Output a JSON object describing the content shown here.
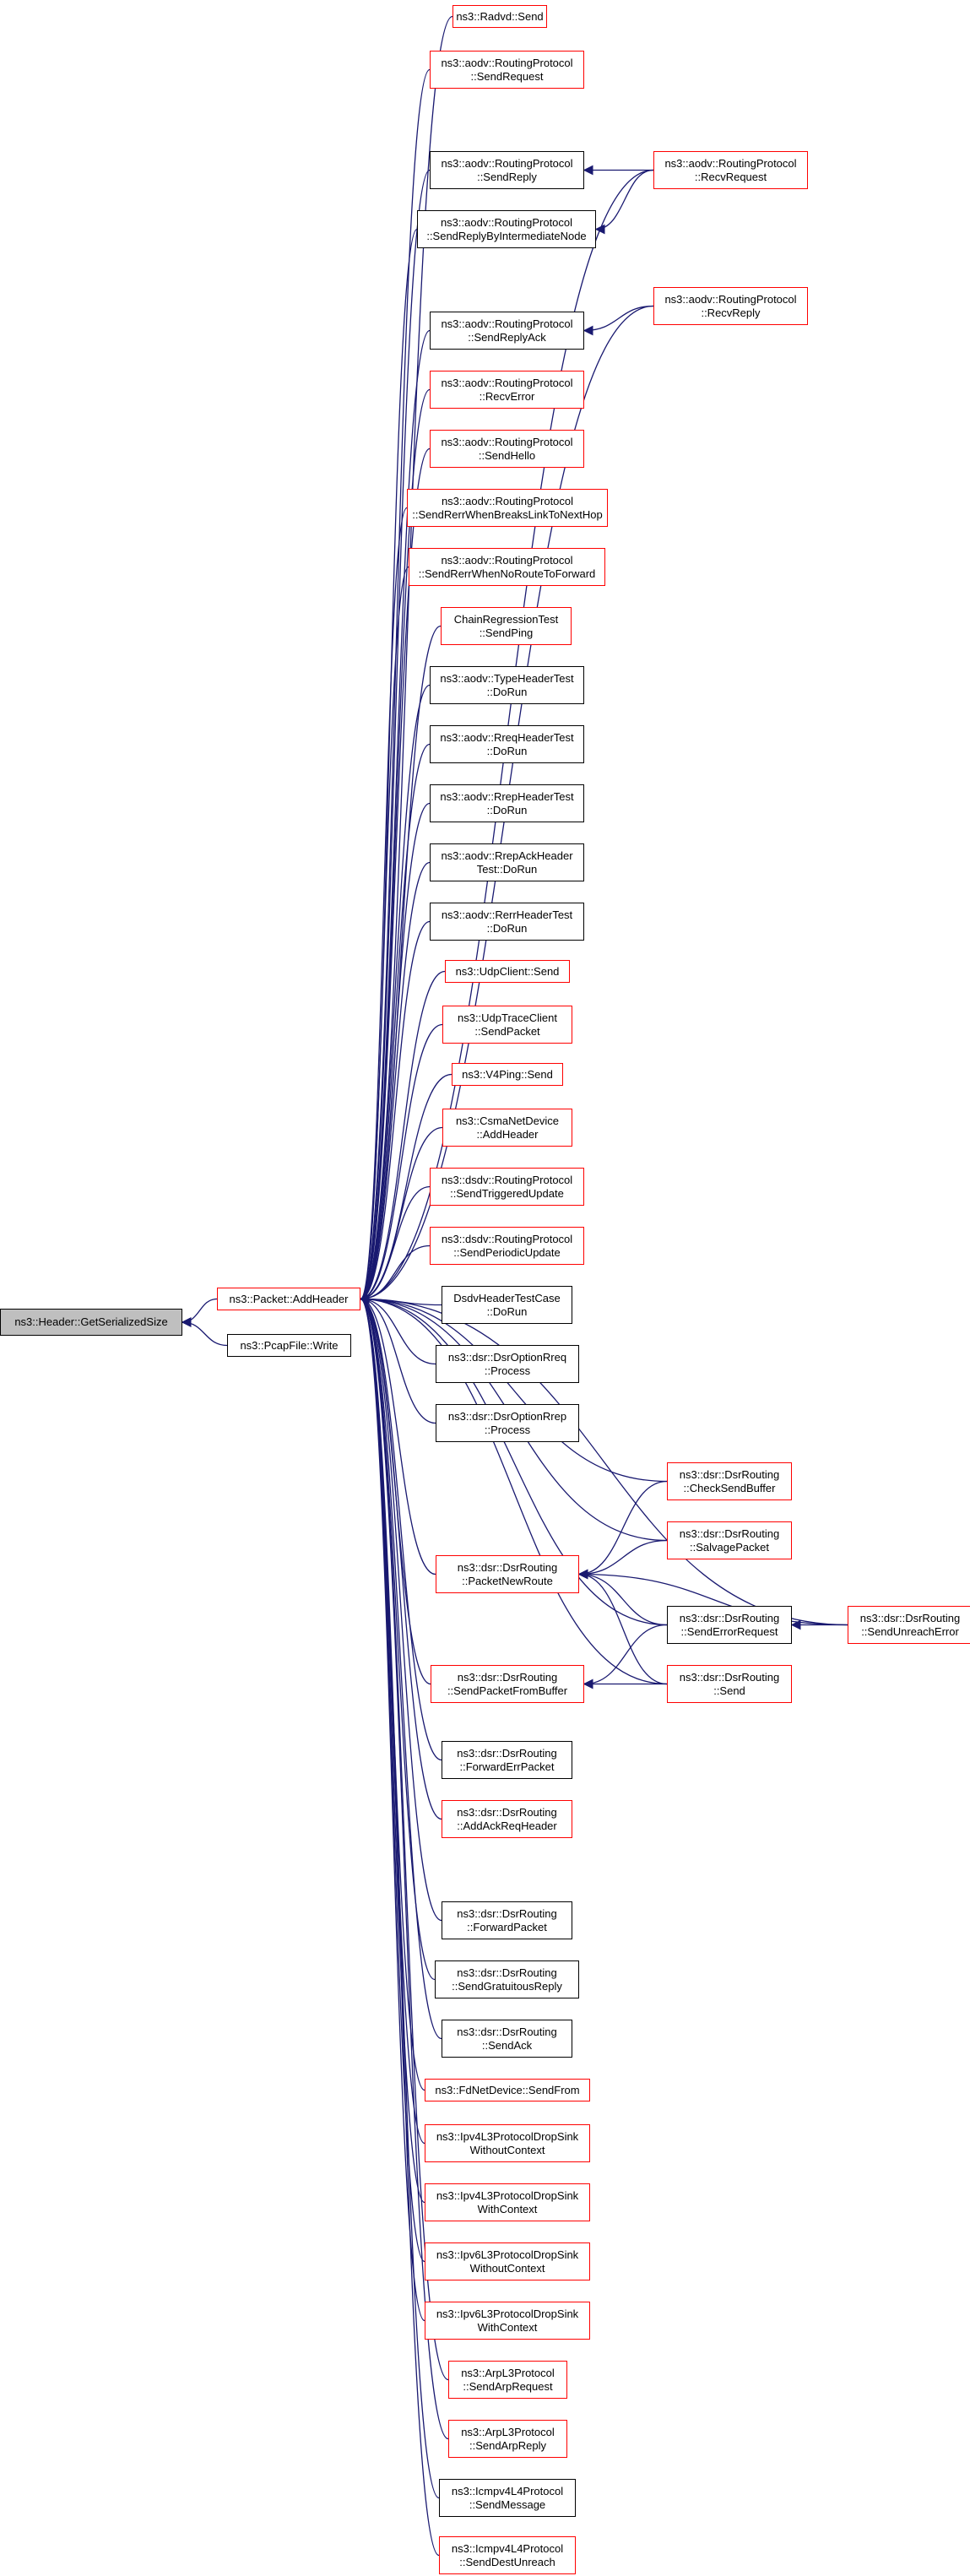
{
  "graph": {
    "root": {
      "id": "root",
      "label": [
        "ns3::Header::GetSerializedSize"
      ]
    },
    "nodes": [
      {
        "id": "addheader",
        "label": [
          "ns3::Packet::AddHeader"
        ],
        "red": true
      },
      {
        "id": "pcapwrite",
        "label": [
          "ns3::PcapFile::Write"
        ],
        "red": false
      },
      {
        "id": "radvd",
        "label": [
          "ns3::Radvd::Send"
        ],
        "red": true
      },
      {
        "id": "aodv_sendreq",
        "label": [
          "ns3::aodv::RoutingProtocol",
          "::SendRequest"
        ],
        "red": true
      },
      {
        "id": "aodv_sendreply",
        "label": [
          "ns3::aodv::RoutingProtocol",
          "::SendReply"
        ],
        "red": false
      },
      {
        "id": "aodv_recvreq",
        "label": [
          "ns3::aodv::RoutingProtocol",
          "::RecvRequest"
        ],
        "red": true
      },
      {
        "id": "aodv_sendreplyint",
        "label": [
          "ns3::aodv::RoutingProtocol",
          "::SendReplyByIntermediateNode"
        ],
        "red": false
      },
      {
        "id": "aodv_recvreply",
        "label": [
          "ns3::aodv::RoutingProtocol",
          "::RecvReply"
        ],
        "red": true
      },
      {
        "id": "aodv_sendreplyack",
        "label": [
          "ns3::aodv::RoutingProtocol",
          "::SendReplyAck"
        ],
        "red": false
      },
      {
        "id": "aodv_recverror",
        "label": [
          "ns3::aodv::RoutingProtocol",
          "::RecvError"
        ],
        "red": true
      },
      {
        "id": "aodv_sendhello",
        "label": [
          "ns3::aodv::RoutingProtocol",
          "::SendHello"
        ],
        "red": true
      },
      {
        "id": "aodv_rerrbreaks",
        "label": [
          "ns3::aodv::RoutingProtocol",
          "::SendRerrWhenBreaksLinkToNextHop"
        ],
        "red": true
      },
      {
        "id": "aodv_rerrnoroute",
        "label": [
          "ns3::aodv::RoutingProtocol",
          "::SendRerrWhenNoRouteToForward"
        ],
        "red": true
      },
      {
        "id": "chainping",
        "label": [
          "ChainRegressionTest",
          "::SendPing"
        ],
        "red": true
      },
      {
        "id": "typehdrtest",
        "label": [
          "ns3::aodv::TypeHeaderTest",
          "::DoRun"
        ],
        "red": false
      },
      {
        "id": "rreqhdrtest",
        "label": [
          "ns3::aodv::RreqHeaderTest",
          "::DoRun"
        ],
        "red": false
      },
      {
        "id": "rrephdrtest",
        "label": [
          "ns3::aodv::RrepHeaderTest",
          "::DoRun"
        ],
        "red": false
      },
      {
        "id": "rrepackhdrtest",
        "label": [
          "ns3::aodv::RrepAckHeader",
          "Test::DoRun"
        ],
        "red": false
      },
      {
        "id": "rerrhdrtest",
        "label": [
          "ns3::aodv::RerrHeaderTest",
          "::DoRun"
        ],
        "red": false
      },
      {
        "id": "udpclient",
        "label": [
          "ns3::UdpClient::Send"
        ],
        "red": true
      },
      {
        "id": "udptrace",
        "label": [
          "ns3::UdpTraceClient",
          "::SendPacket"
        ],
        "red": true
      },
      {
        "id": "v4ping",
        "label": [
          "ns3::V4Ping::Send"
        ],
        "red": true
      },
      {
        "id": "csma",
        "label": [
          "ns3::CsmaNetDevice",
          "::AddHeader"
        ],
        "red": true
      },
      {
        "id": "dsdv_trig",
        "label": [
          "ns3::dsdv::RoutingProtocol",
          "::SendTriggeredUpdate"
        ],
        "red": true
      },
      {
        "id": "dsdv_periodic",
        "label": [
          "ns3::dsdv::RoutingProtocol",
          "::SendPeriodicUpdate"
        ],
        "red": true
      },
      {
        "id": "dsdvtest",
        "label": [
          "DsdvHeaderTestCase",
          "::DoRun"
        ],
        "red": false
      },
      {
        "id": "dsr_rreq",
        "label": [
          "ns3::dsr::DsrOptionRreq",
          "::Process"
        ],
        "red": false
      },
      {
        "id": "dsr_rrep",
        "label": [
          "ns3::dsr::DsrOptionRrep",
          "::Process"
        ],
        "red": false
      },
      {
        "id": "dsr_checksend",
        "label": [
          "ns3::dsr::DsrRouting",
          "::CheckSendBuffer"
        ],
        "red": true
      },
      {
        "id": "dsr_salvage",
        "label": [
          "ns3::dsr::DsrRouting",
          "::SalvagePacket"
        ],
        "red": true
      },
      {
        "id": "dsr_newroute",
        "label": [
          "ns3::dsr::DsrRouting",
          "::PacketNewRoute"
        ],
        "red": true
      },
      {
        "id": "dsr_senderrreq",
        "label": [
          "ns3::dsr::DsrRouting",
          "::SendErrorRequest"
        ],
        "red": false
      },
      {
        "id": "dsr_unreach",
        "label": [
          "ns3::dsr::DsrRouting",
          "::SendUnreachError"
        ],
        "red": true
      },
      {
        "id": "dsr_sendfrombuf",
        "label": [
          "ns3::dsr::DsrRouting",
          "::SendPacketFromBuffer"
        ],
        "red": true
      },
      {
        "id": "dsr_send",
        "label": [
          "ns3::dsr::DsrRouting",
          "::Send"
        ],
        "red": true
      },
      {
        "id": "dsr_fwderr",
        "label": [
          "ns3::dsr::DsrRouting",
          "::ForwardErrPacket"
        ],
        "red": false
      },
      {
        "id": "dsr_addack",
        "label": [
          "ns3::dsr::DsrRouting",
          "::AddAckReqHeader"
        ],
        "red": true
      },
      {
        "id": "dsr_fwdpkt",
        "label": [
          "ns3::dsr::DsrRouting",
          "::ForwardPacket"
        ],
        "red": false
      },
      {
        "id": "dsr_gratuitous",
        "label": [
          "ns3::dsr::DsrRouting",
          "::SendGratuitousReply"
        ],
        "red": false
      },
      {
        "id": "dsr_sendack",
        "label": [
          "ns3::dsr::DsrRouting",
          "::SendAck"
        ],
        "red": false
      },
      {
        "id": "fdnet",
        "label": [
          "ns3::FdNetDevice::SendFrom"
        ],
        "red": true
      },
      {
        "id": "ipv4drop_wo",
        "label": [
          "ns3::Ipv4L3ProtocolDropSink",
          "WithoutContext"
        ],
        "red": true
      },
      {
        "id": "ipv4drop_w",
        "label": [
          "ns3::Ipv4L3ProtocolDropSink",
          "WithContext"
        ],
        "red": true
      },
      {
        "id": "ipv6drop_wo",
        "label": [
          "ns3::Ipv6L3ProtocolDropSink",
          "WithoutContext"
        ],
        "red": true
      },
      {
        "id": "ipv6drop_w",
        "label": [
          "ns3::Ipv6L3ProtocolDropSink",
          "WithContext"
        ],
        "red": true
      },
      {
        "id": "arp_req",
        "label": [
          "ns3::ArpL3Protocol",
          "::SendArpRequest"
        ],
        "red": true
      },
      {
        "id": "arp_reply",
        "label": [
          "ns3::ArpL3Protocol",
          "::SendArpReply"
        ],
        "red": true
      },
      {
        "id": "icmp_msg",
        "label": [
          "ns3::Icmpv4L4Protocol",
          "::SendMessage"
        ],
        "red": false
      },
      {
        "id": "icmp_unreach",
        "label": [
          "ns3::Icmpv4L4Protocol",
          "::SendDestUnreach"
        ],
        "red": true
      }
    ],
    "edges": [
      [
        "addheader",
        "root"
      ],
      [
        "pcapwrite",
        "root"
      ],
      [
        "radvd",
        "addheader"
      ],
      [
        "aodv_sendreq",
        "addheader"
      ],
      [
        "aodv_sendreply",
        "addheader"
      ],
      [
        "aodv_recvreq",
        "aodv_sendreply"
      ],
      [
        "aodv_recvreq",
        "addheader"
      ],
      [
        "aodv_sendreplyint",
        "addheader"
      ],
      [
        "aodv_recvreq",
        "aodv_sendreplyint"
      ],
      [
        "aodv_recvreply",
        "addheader"
      ],
      [
        "aodv_sendreplyack",
        "addheader"
      ],
      [
        "aodv_recvreply",
        "aodv_sendreplyack"
      ],
      [
        "aodv_recverror",
        "addheader"
      ],
      [
        "aodv_sendhello",
        "addheader"
      ],
      [
        "aodv_rerrbreaks",
        "addheader"
      ],
      [
        "aodv_rerrnoroute",
        "addheader"
      ],
      [
        "chainping",
        "addheader"
      ],
      [
        "typehdrtest",
        "addheader"
      ],
      [
        "rreqhdrtest",
        "addheader"
      ],
      [
        "rrephdrtest",
        "addheader"
      ],
      [
        "rrepackhdrtest",
        "addheader"
      ],
      [
        "rerrhdrtest",
        "addheader"
      ],
      [
        "udpclient",
        "addheader"
      ],
      [
        "udptrace",
        "addheader"
      ],
      [
        "v4ping",
        "addheader"
      ],
      [
        "csma",
        "addheader"
      ],
      [
        "dsdv_trig",
        "addheader"
      ],
      [
        "dsdv_periodic",
        "addheader"
      ],
      [
        "dsdvtest",
        "addheader"
      ],
      [
        "dsr_rreq",
        "addheader"
      ],
      [
        "dsr_rrep",
        "addheader"
      ],
      [
        "dsr_checksend",
        "addheader"
      ],
      [
        "dsr_salvage",
        "addheader"
      ],
      [
        "dsr_newroute",
        "addheader"
      ],
      [
        "dsr_senderrreq",
        "addheader"
      ],
      [
        "dsr_unreach",
        "addheader"
      ],
      [
        "dsr_sendfrombuf",
        "addheader"
      ],
      [
        "dsr_send",
        "addheader"
      ],
      [
        "dsr_fwderr",
        "addheader"
      ],
      [
        "dsr_addack",
        "addheader"
      ],
      [
        "dsr_fwdpkt",
        "addheader"
      ],
      [
        "dsr_gratuitous",
        "addheader"
      ],
      [
        "dsr_sendack",
        "addheader"
      ],
      [
        "fdnet",
        "addheader"
      ],
      [
        "ipv4drop_wo",
        "addheader"
      ],
      [
        "ipv4drop_w",
        "addheader"
      ],
      [
        "ipv6drop_wo",
        "addheader"
      ],
      [
        "ipv6drop_w",
        "addheader"
      ],
      [
        "arp_req",
        "addheader"
      ],
      [
        "arp_reply",
        "addheader"
      ],
      [
        "icmp_msg",
        "addheader"
      ],
      [
        "icmp_unreach",
        "addheader"
      ],
      [
        "dsr_checksend",
        "dsr_newroute"
      ],
      [
        "dsr_salvage",
        "dsr_newroute"
      ],
      [
        "dsr_senderrreq",
        "dsr_newroute"
      ],
      [
        "dsr_unreach",
        "dsr_newroute"
      ],
      [
        "dsr_send",
        "dsr_newroute"
      ],
      [
        "dsr_unreach",
        "dsr_senderrreq"
      ],
      [
        "dsr_send",
        "dsr_sendfrombuf"
      ],
      [
        "dsr_senderrreq",
        "dsr_sendfrombuf"
      ]
    ]
  }
}
